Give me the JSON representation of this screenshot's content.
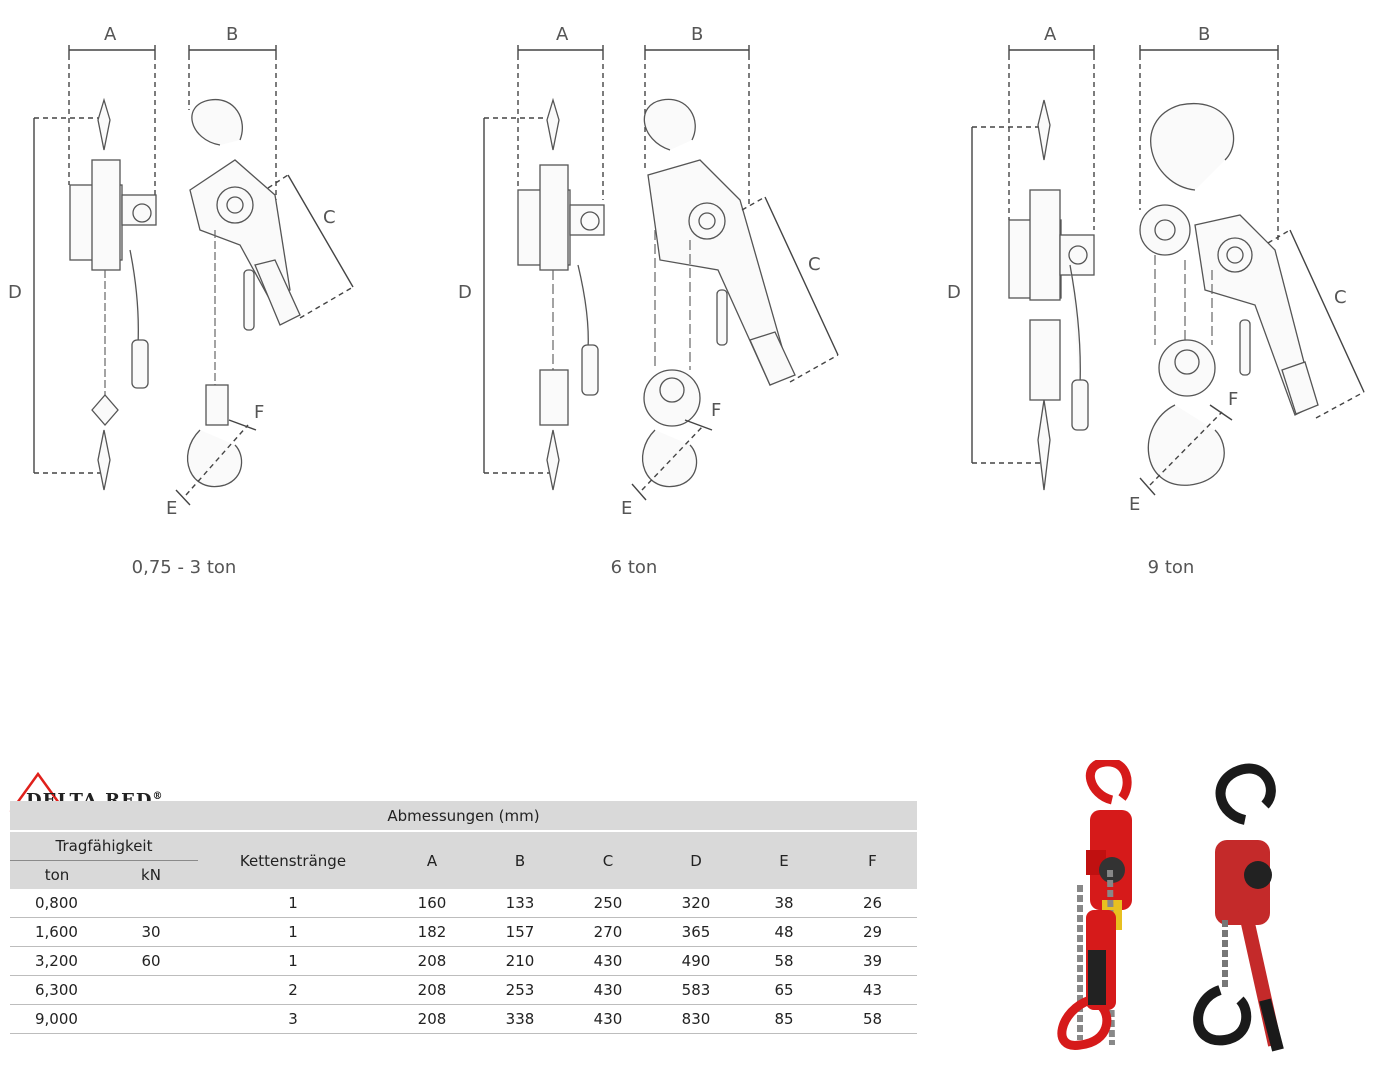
{
  "drawings": {
    "labels": {
      "a": "A",
      "b": "B",
      "c": "C",
      "d": "D",
      "e": "E",
      "f": "F"
    },
    "captions": [
      "0,75 - 3 ton",
      "6 ton",
      "9 ton"
    ]
  },
  "brand": {
    "name": "DELTA RED",
    "mark": "®"
  },
  "table": {
    "group_header": "Abmessungen (mm)",
    "capacity_header": "Tragfähigkeit",
    "unit_ton": "ton",
    "unit_kn": "kN",
    "columns": [
      "Kettenstränge",
      "A",
      "B",
      "C",
      "D",
      "E",
      "F"
    ],
    "rows": [
      {
        "ton": "0,800",
        "kn": "",
        "strands": "1",
        "a": "160",
        "b": "133",
        "c": "250",
        "d": "320",
        "e": "38",
        "f": "26"
      },
      {
        "ton": "1,600",
        "kn": "30",
        "strands": "1",
        "a": "182",
        "b": "157",
        "c": "270",
        "d": "365",
        "e": "48",
        "f": "29"
      },
      {
        "ton": "3,200",
        "kn": "60",
        "strands": "1",
        "a": "208",
        "b": "210",
        "c": "430",
        "d": "490",
        "e": "58",
        "f": "39"
      },
      {
        "ton": "6,300",
        "kn": "",
        "strands": "2",
        "a": "208",
        "b": "253",
        "c": "430",
        "d": "583",
        "e": "65",
        "f": "43"
      },
      {
        "ton": "9,000",
        "kn": "",
        "strands": "3",
        "a": "208",
        "b": "338",
        "c": "430",
        "d": "830",
        "e": "85",
        "f": "58"
      }
    ]
  },
  "colors": {
    "accent": "#e0201b",
    "header_bg": "#d9d9d9",
    "line": "#444444"
  }
}
